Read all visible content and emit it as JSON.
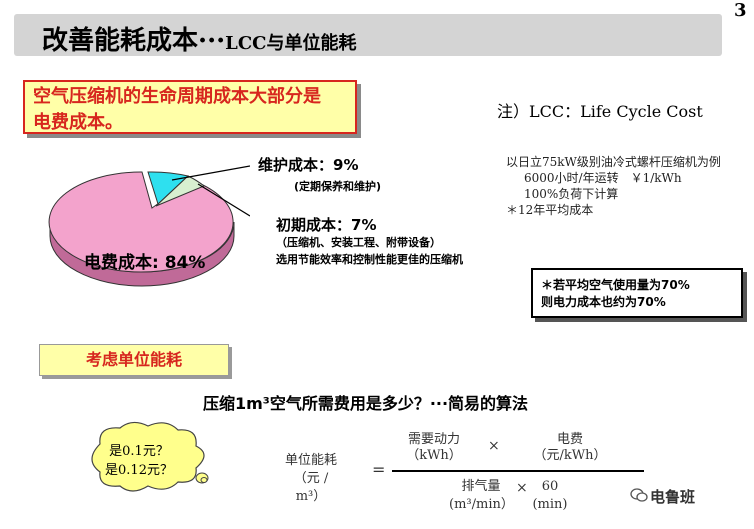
{
  "header": {
    "page_number": "3",
    "title_main": "改善能耗成本",
    "title_dots": "···",
    "title_sub": "LCC与单位能耗"
  },
  "callout_highlight": {
    "line1": "空气压缩机的生命周期成本大部分是",
    "line2": "电费成本。"
  },
  "note_lcc": "注）LCC：Life Cycle Cost",
  "conditions": {
    "line1": "以日立75kW级别油冷式螺杆压缩机为例",
    "line2": "6000小时/年运转　￥1/kWh",
    "line3": "100%负荷下计算",
    "line4": "＊12年平均成本"
  },
  "pie": {
    "maintenance_label": "维护成本：9%",
    "maintenance_sub": "(定期保养和维护)",
    "initial_label": "初期成本：7%",
    "initial_sub1": "（压缩机、安装工程、附带设备）",
    "initial_sub2": "选用节能效率和控制性能更佳的压缩机",
    "electricity_label": "电费成本: 84%",
    "colors": {
      "electricity": "#f3a3cc",
      "maintenance": "#2ee0ef",
      "initial": "#d8efd0"
    }
  },
  "note_box": {
    "line1": "＊若平均空气使用量为70%",
    "line2": "则电力成本也约为70%"
  },
  "section_tag": "考虑单位能耗",
  "question": "压缩1m³空气所需费用是多少？···简易的算法",
  "cloud": {
    "line1": "是0.1元？",
    "line2": "是0.12元？"
  },
  "formula": {
    "unit_label": "单位能耗",
    "unit_unit": "（元 / m³）",
    "equals": "=",
    "power_label": "需要动力",
    "power_unit": "（kWh）",
    "times": "×",
    "price_label": "电费",
    "price_unit": "（元/kWh）",
    "air_label": "排气量",
    "air_unit": "(m³/min）",
    "minutes": "60",
    "minutes_unit": "(min)"
  },
  "watermark": "电鲁班"
}
